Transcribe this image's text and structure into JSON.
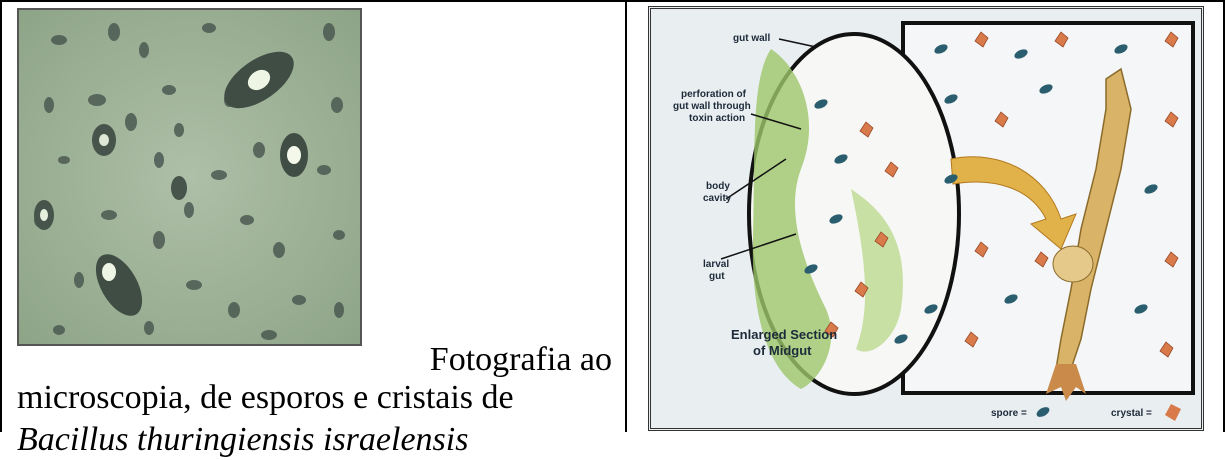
{
  "caption": {
    "line1": "Fotografia ao",
    "line2": "microscopia, de esporos e cristais de",
    "line3": "Bacillus thuringiensis israelensis"
  },
  "diagram": {
    "labels": {
      "gut_wall": "gut wall",
      "perforation_1": "perforation of",
      "perforation_2": "gut wall through",
      "perforation_3": "toxin action",
      "body_cavity_1": "body",
      "body_cavity_2": "cavity",
      "larval_gut_1": "larval",
      "larval_gut_2": "gut",
      "enlarged_1": "Enlarged Section",
      "enlarged_2": "of Midgut",
      "spore_legend": "spore =",
      "crystal_legend": "crystal ="
    }
  },
  "colors": {
    "spore": "#2a5d6e",
    "crystal": "#d97a4a",
    "gut_green": "#9cc56a",
    "larva": "#d9b468"
  }
}
